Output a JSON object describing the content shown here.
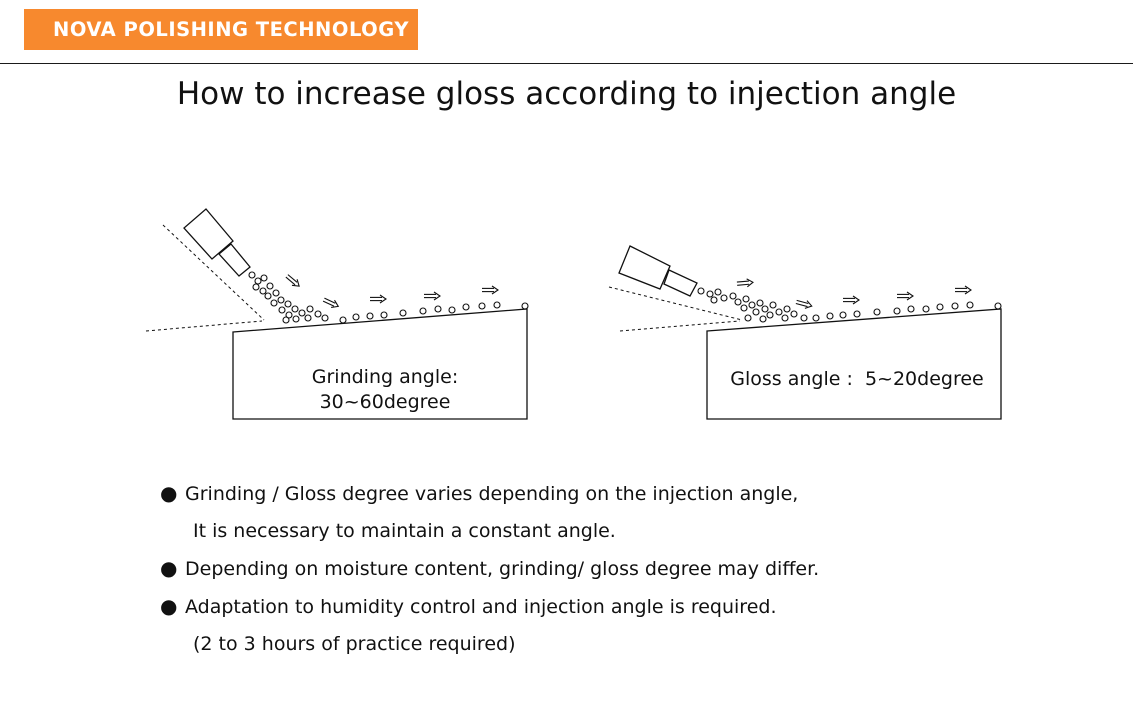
{
  "header": {
    "brand": "NOVA POLISHING TECHNOLOGY",
    "brand_color": "#f7892e",
    "title": "How to increase gloss according to injection angle"
  },
  "diagrams": {
    "grinding": {
      "label_line1": "Grinding angle:",
      "label_line2": "30~60degree",
      "nozzle_angle_range_degree": [
        30,
        60
      ]
    },
    "gloss": {
      "label": "Gloss angle :  5~20degree",
      "nozzle_angle_range_degree": [
        5,
        20
      ]
    }
  },
  "notes": {
    "bullet_symbol": "●",
    "items": [
      {
        "text": "Grinding / Gloss degree varies depending on the injection angle,",
        "continuation": "It is necessary to maintain a constant angle."
      },
      {
        "text": "Depending on moisture content, grinding/ gloss degree may differ.",
        "continuation": ""
      },
      {
        "text": "Adaptation to humidity control and injection angle is required.",
        "continuation": "(2 to 3 hours of practice required)"
      }
    ]
  }
}
